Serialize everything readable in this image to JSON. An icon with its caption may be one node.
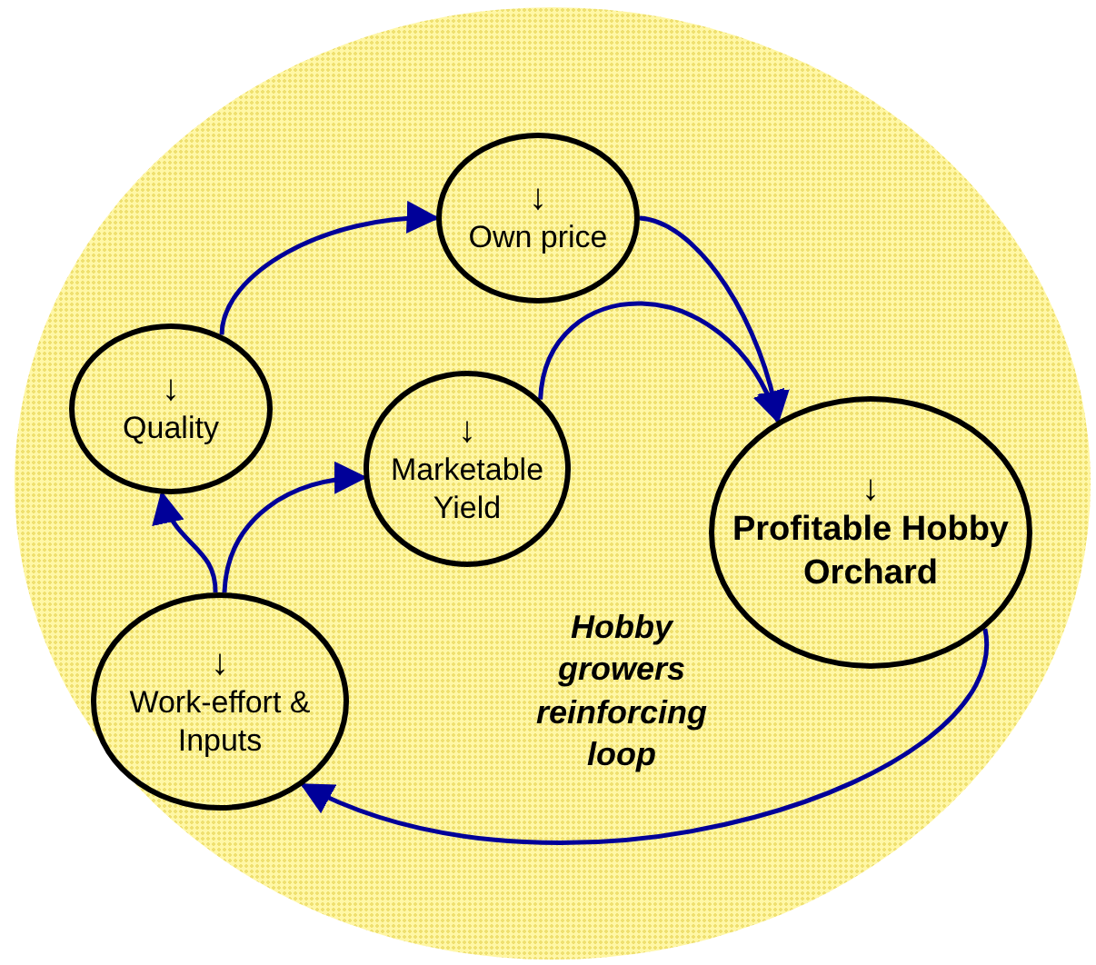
{
  "diagram": {
    "nodes": [
      {
        "text": [
          "Hobby growers reinforcing loop"
        ]
      },
      {
        "text": [
          "↓",
          "Own price"
        ],
        "in": 0
      },
      {
        "text": [
          "↓",
          "Quality"
        ],
        "in": 0
      },
      {
        "text": [
          "↓",
          "Marketable Yield"
        ],
        "in": 0
      },
      {
        "text": [
          "↓",
          "Profitable Hobby Orchard"
        ],
        "in": 0
      },
      {
        "text": [
          "↓",
          "Work-effort & Inputs"
        ],
        "in": 0
      }
    ],
    "edges": [
      {
        "from": 2,
        "to": 1,
        "arrow": "to"
      },
      {
        "from": 1,
        "to": 4,
        "arrow": "to"
      },
      {
        "from": 3,
        "to": 4,
        "arrow": "to"
      },
      {
        "from": 5,
        "to": 2,
        "arrow": "to"
      },
      {
        "from": 5,
        "to": 3,
        "arrow": "to"
      },
      {
        "from": 4,
        "to": 5,
        "arrow": "to"
      }
    ]
  }
}
